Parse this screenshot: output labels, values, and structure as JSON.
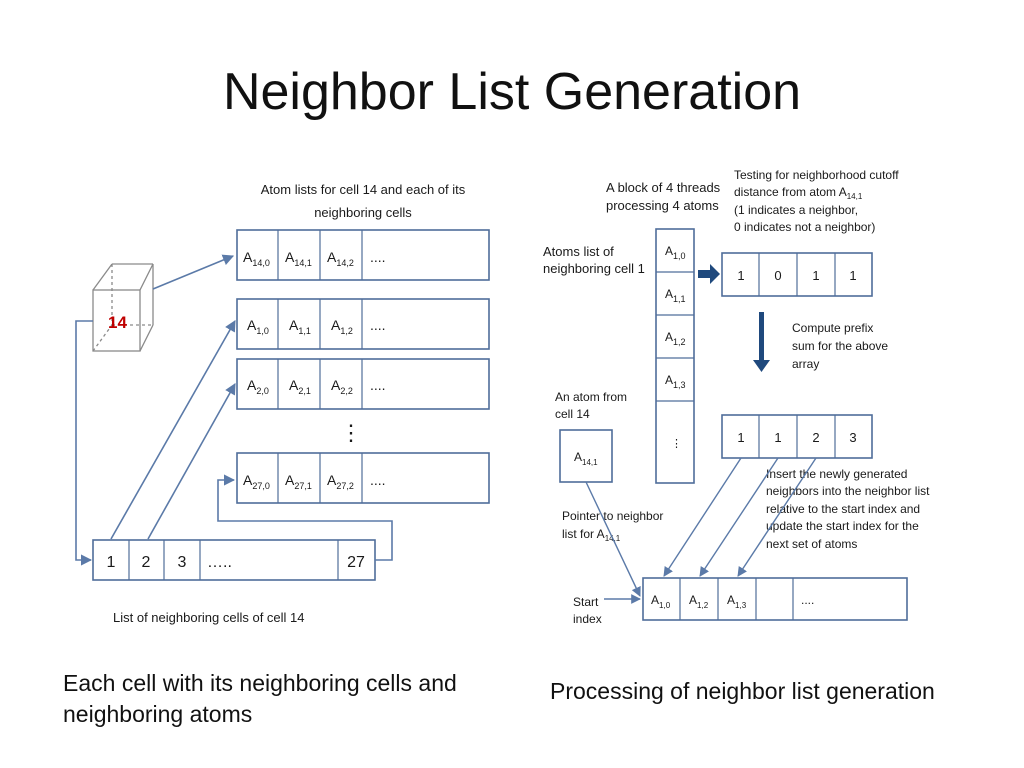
{
  "title": "Neighbor List Generation",
  "left": {
    "header_line1": "Atom lists for cell 14 and each of its",
    "header_line2": "neighboring cells",
    "cube_label": "14",
    "rows": [
      [
        "14,0",
        "14,1",
        "14,2"
      ],
      [
        "1,0",
        "1,1",
        "1,2"
      ],
      [
        "2,0",
        "2,1",
        "2,2"
      ],
      [
        "27,0",
        "27,1",
        "27,2"
      ]
    ],
    "row_prefix": "A",
    "ellipsis": "....",
    "vertical_dots": "⋮",
    "bottom_cells": [
      "1",
      "2",
      "3",
      "…..",
      "27"
    ],
    "bottom_label": "List of neighboring cells of cell 14",
    "caption": "Each cell with its neighboring cells and neighboring atoms"
  },
  "right": {
    "block_label_line1": "A block of 4 threads",
    "block_label_line2": "processing 4 atoms",
    "atoms_list_line1": "Atoms list of",
    "atoms_list_line2": "neighboring cell 1",
    "column_cells": [
      "1,0",
      "1,1",
      "1,2",
      "1,3"
    ],
    "column_dots": "⋮",
    "testing_line1": "Testing for neighborhood cutoff",
    "testing_line2_prefix": "distance from atom A",
    "testing_line2_sub": "14,1",
    "testing_line3": "(1 indicates a neighbor,",
    "testing_line4": "0 indicates not a neighbor)",
    "flags": [
      "1",
      "0",
      "1",
      "1"
    ],
    "prefix_line1": "Compute prefix",
    "prefix_line2": "sum for the above",
    "prefix_line3": "array",
    "prefix_values": [
      "1",
      "1",
      "2",
      "3"
    ],
    "atom_from_line1": "An atom from",
    "atom_from_line2": "cell 14",
    "atom_from_cell": "14,1",
    "insert_line1": "Insert the newly generated",
    "insert_line2": "neighbors into the neighbor list",
    "insert_line3": "relative to the start index and",
    "insert_line4": "update the start index for the",
    "insert_line5": "next set of atoms",
    "pointer_line1": "Pointer to neighbor",
    "pointer_line2_prefix": "list for A",
    "pointer_line2_sub": "14,1",
    "start_line1": "Start",
    "start_line2": "index",
    "neighbor_list_cells": [
      "1,0",
      "1,2",
      "1,3"
    ],
    "neighbor_list_ellipsis": "....",
    "caption": "Processing of neighbor list generation"
  },
  "colors": {
    "line": "#5b7aa8",
    "dark_arrow": "#1f497d",
    "cube_label": "#c00000",
    "box_stroke": "#4f6d9a"
  }
}
